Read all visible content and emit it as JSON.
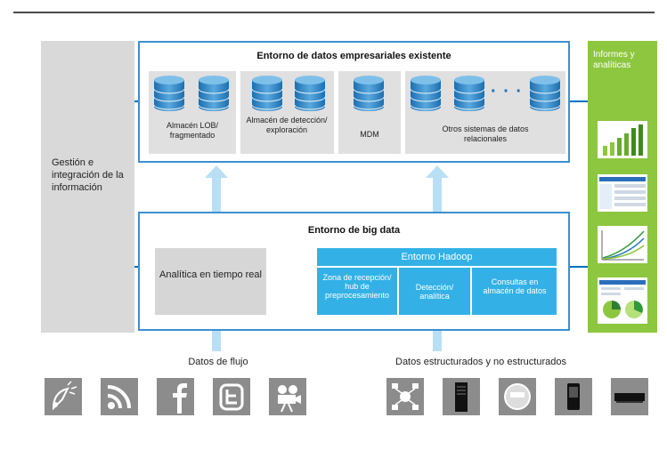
{
  "left_panel": {
    "label": "Gestión e integración de la información"
  },
  "right_panel": {
    "label": "Informes y analíticas"
  },
  "enterprise": {
    "title": "Entorno de datos empresariales existente",
    "cards": [
      {
        "label": "Almacén LOB/ fragmentado"
      },
      {
        "label": "Almacén de detección/ exploración"
      },
      {
        "label": "MDM"
      },
      {
        "label": "Otros sistemas de datos relacionales"
      }
    ],
    "ellipsis": "· · ·"
  },
  "bigdata": {
    "title": "Entorno de big data",
    "realtime": "Analítica en tiempo real",
    "hadoop": {
      "title": "Entorno Hadoop",
      "cells": [
        {
          "label": "Zona de recepción/ hub de preprocesamiento"
        },
        {
          "label": "Detección/ analítica"
        },
        {
          "label": "Consultas en almacén de datos"
        }
      ]
    }
  },
  "sources": {
    "stream_label": "Datos de flujo",
    "stream_icons": [
      "satellite-icon",
      "rss-icon",
      "facebook-icon",
      "twitter-icon",
      "video-camera-icon"
    ],
    "structured_label": "Datos estructurados y no estructurados",
    "structured_icons": [
      "network-icon",
      "server-icon",
      "meter-icon",
      "phone-icon",
      "set-top-box-icon"
    ]
  },
  "colors": {
    "accent": "#0071bc",
    "green": "#8dc63f",
    "hadoop": "#33b1e6",
    "arrow": "#b9dff5"
  }
}
